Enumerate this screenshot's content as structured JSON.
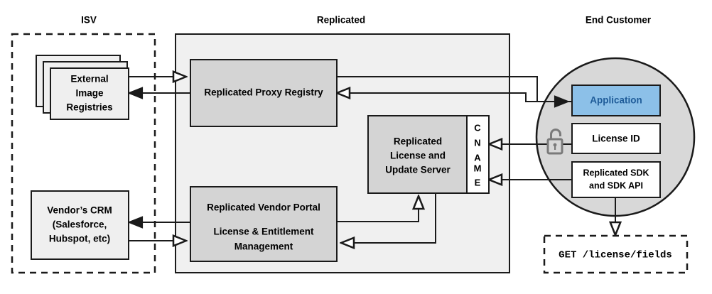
{
  "diagram": {
    "title_zones": [
      {
        "id": "isv",
        "label": "ISV"
      },
      {
        "id": "replicated",
        "label": "Replicated"
      },
      {
        "id": "end-customer",
        "label": "End Customer"
      }
    ],
    "isv": {
      "external_registries": {
        "line1": "External",
        "line2": "Image",
        "line3": "Registries"
      },
      "vendor_crm": {
        "line1": "Vendor’s CRM",
        "line2": "(Salesforce,",
        "line3": "Hubspot, etc)"
      }
    },
    "replicated": {
      "proxy_registry": {
        "label": "Replicated Proxy Registry"
      },
      "license_server": {
        "line1": "Replicated",
        "line2": "License and",
        "line3": "Update Server"
      },
      "cname": {
        "label": "CNAME",
        "letters": [
          "C",
          "N",
          "A",
          "M",
          "E"
        ]
      },
      "vendor_portal": {
        "line1": "Replicated Vendor Portal",
        "line2": "License & Entitlement",
        "line3": "Management"
      }
    },
    "end_customer": {
      "application": {
        "label": "Application"
      },
      "license_id": {
        "label": "License ID"
      },
      "sdk": {
        "line1": "Replicated SDK",
        "line2": "and SDK API"
      },
      "lock_icon": "unlocked-padlock-icon",
      "api_request": {
        "label": "GET /license/fields"
      }
    },
    "colors": {
      "zone_fill": "#f0f0f0",
      "box_fill": "#d4d4d4",
      "light_box_fill": "#efefef",
      "circle_fill": "#d8d8d8",
      "application_fill": "#8CC0E8",
      "application_stroke": "#1F6FB5",
      "application_text": "#1F5C99",
      "line": "#1a1a1a",
      "white": "#ffffff"
    }
  }
}
